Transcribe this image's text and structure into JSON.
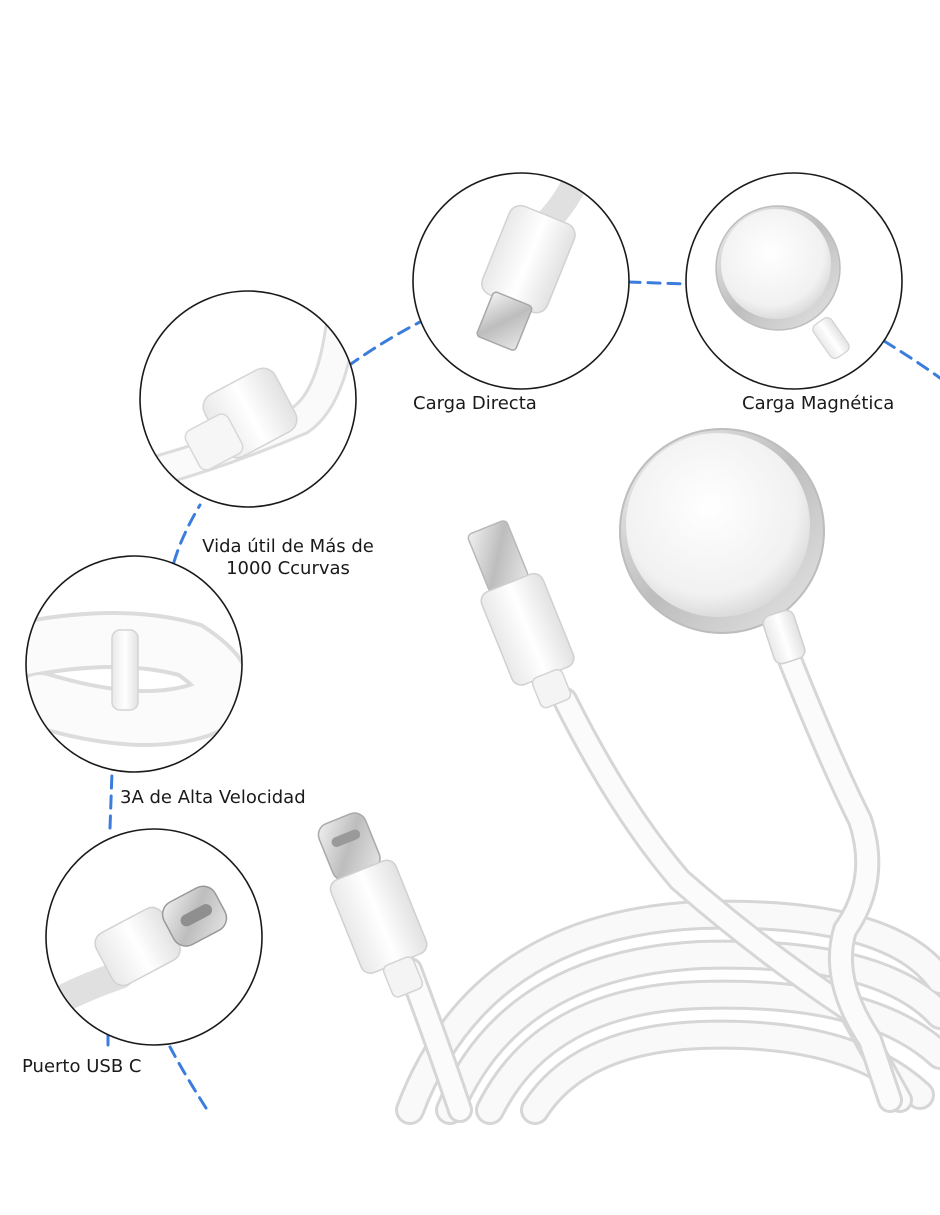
{
  "features": [
    {
      "id": "carga-directa",
      "label": "Carga Directa",
      "icon": "lightning-connector-icon"
    },
    {
      "id": "carga-magnetica",
      "label": "Carga Magnética",
      "icon": "magnetic-charger-icon"
    },
    {
      "id": "vida-util",
      "label_line1": "Vida útil de Más de",
      "label_line2": "1000 Ccurvas",
      "icon": "cable-joint-icon"
    },
    {
      "id": "alta-velocidad",
      "label": "3A de Alta Velocidad",
      "icon": "cable-bend-icon"
    },
    {
      "id": "puerto-usb-c",
      "label": "Puerto USB C",
      "icon": "usb-c-connector-icon"
    }
  ],
  "colors": {
    "dashed_path": "#3b7ddd",
    "circle_stroke": "#1a1a1a",
    "cable_white": "#f7f7f7",
    "cable_shadow": "#d9d9d9",
    "metal": "#c9c9c9"
  }
}
